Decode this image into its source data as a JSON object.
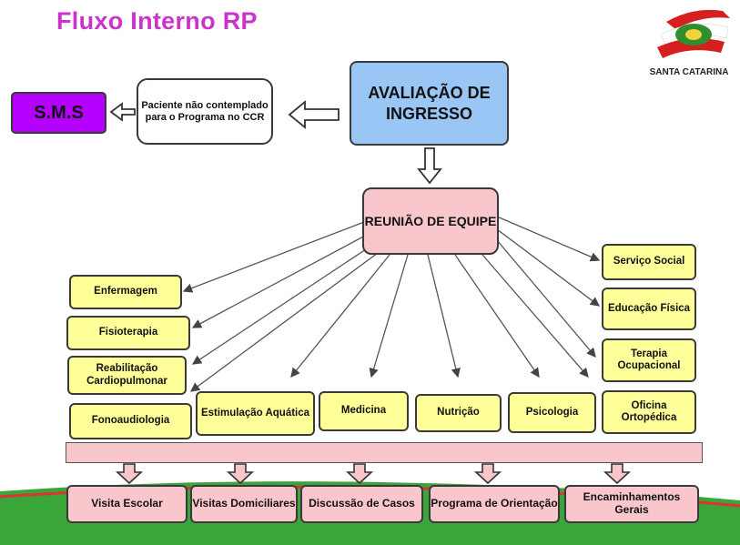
{
  "title": "Fluxo Interno RP",
  "logo": {
    "text": "SANTA CATARINA"
  },
  "sms": "S.M.S",
  "paciente": "Paciente não contemplado para o Programa no CCR",
  "avaliacao": "AVALIAÇÃO DE INGRESSO",
  "reuniao": "REUNIÃO DE EQUIPE",
  "left_column": [
    "Enfermagem",
    "Fisioterapia",
    "Reabilitação Cardiopulmonar",
    "Fonoaudiologia"
  ],
  "bottom_row": [
    "Estimulação Aquática",
    "Medicina",
    "Nutrição",
    "Psicologia"
  ],
  "right_column": [
    "Serviço Social",
    "Educação Física",
    "Terapia Ocupacional",
    "Oficina Ortopédica"
  ],
  "outcomes": [
    "Visita Escolar",
    "Visitas Domiciliares",
    "Discussão de Casos",
    "Programa de Orientação",
    "Encaminhamentos Gerais"
  ],
  "colors": {
    "title": "#cc33cc",
    "sms": "#b300ff",
    "avaliacao": "#9ac6f5",
    "yellow_box": "#ffff99",
    "pink_box": "#f9c6cc",
    "grass": "#3aa63a"
  },
  "icons": {
    "logo": "santa-catarina-flag-logo"
  }
}
